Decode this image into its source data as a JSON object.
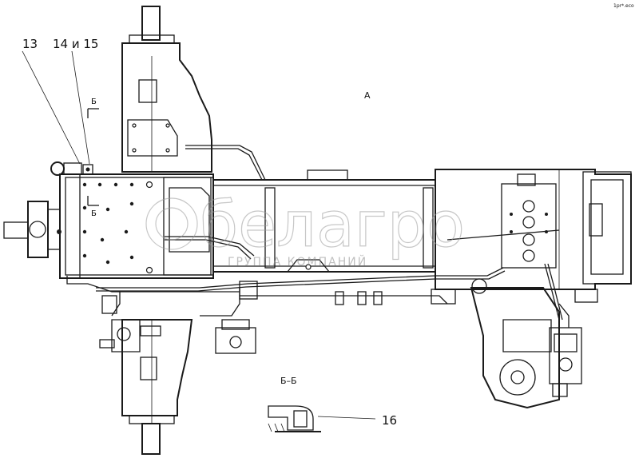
{
  "labels": {
    "part_13": "13",
    "part_14_15": "14 и 15",
    "view_a": "А",
    "section_mark_top": "Б",
    "section_mark_bottom": "Б",
    "section_title": "Б–Б",
    "part_16": "16",
    "corner_mark": "1pr*.eco"
  },
  "watermark": {
    "brand": "белагро",
    "subtitle": "ГРУППА КОМПАНИЙ"
  }
}
